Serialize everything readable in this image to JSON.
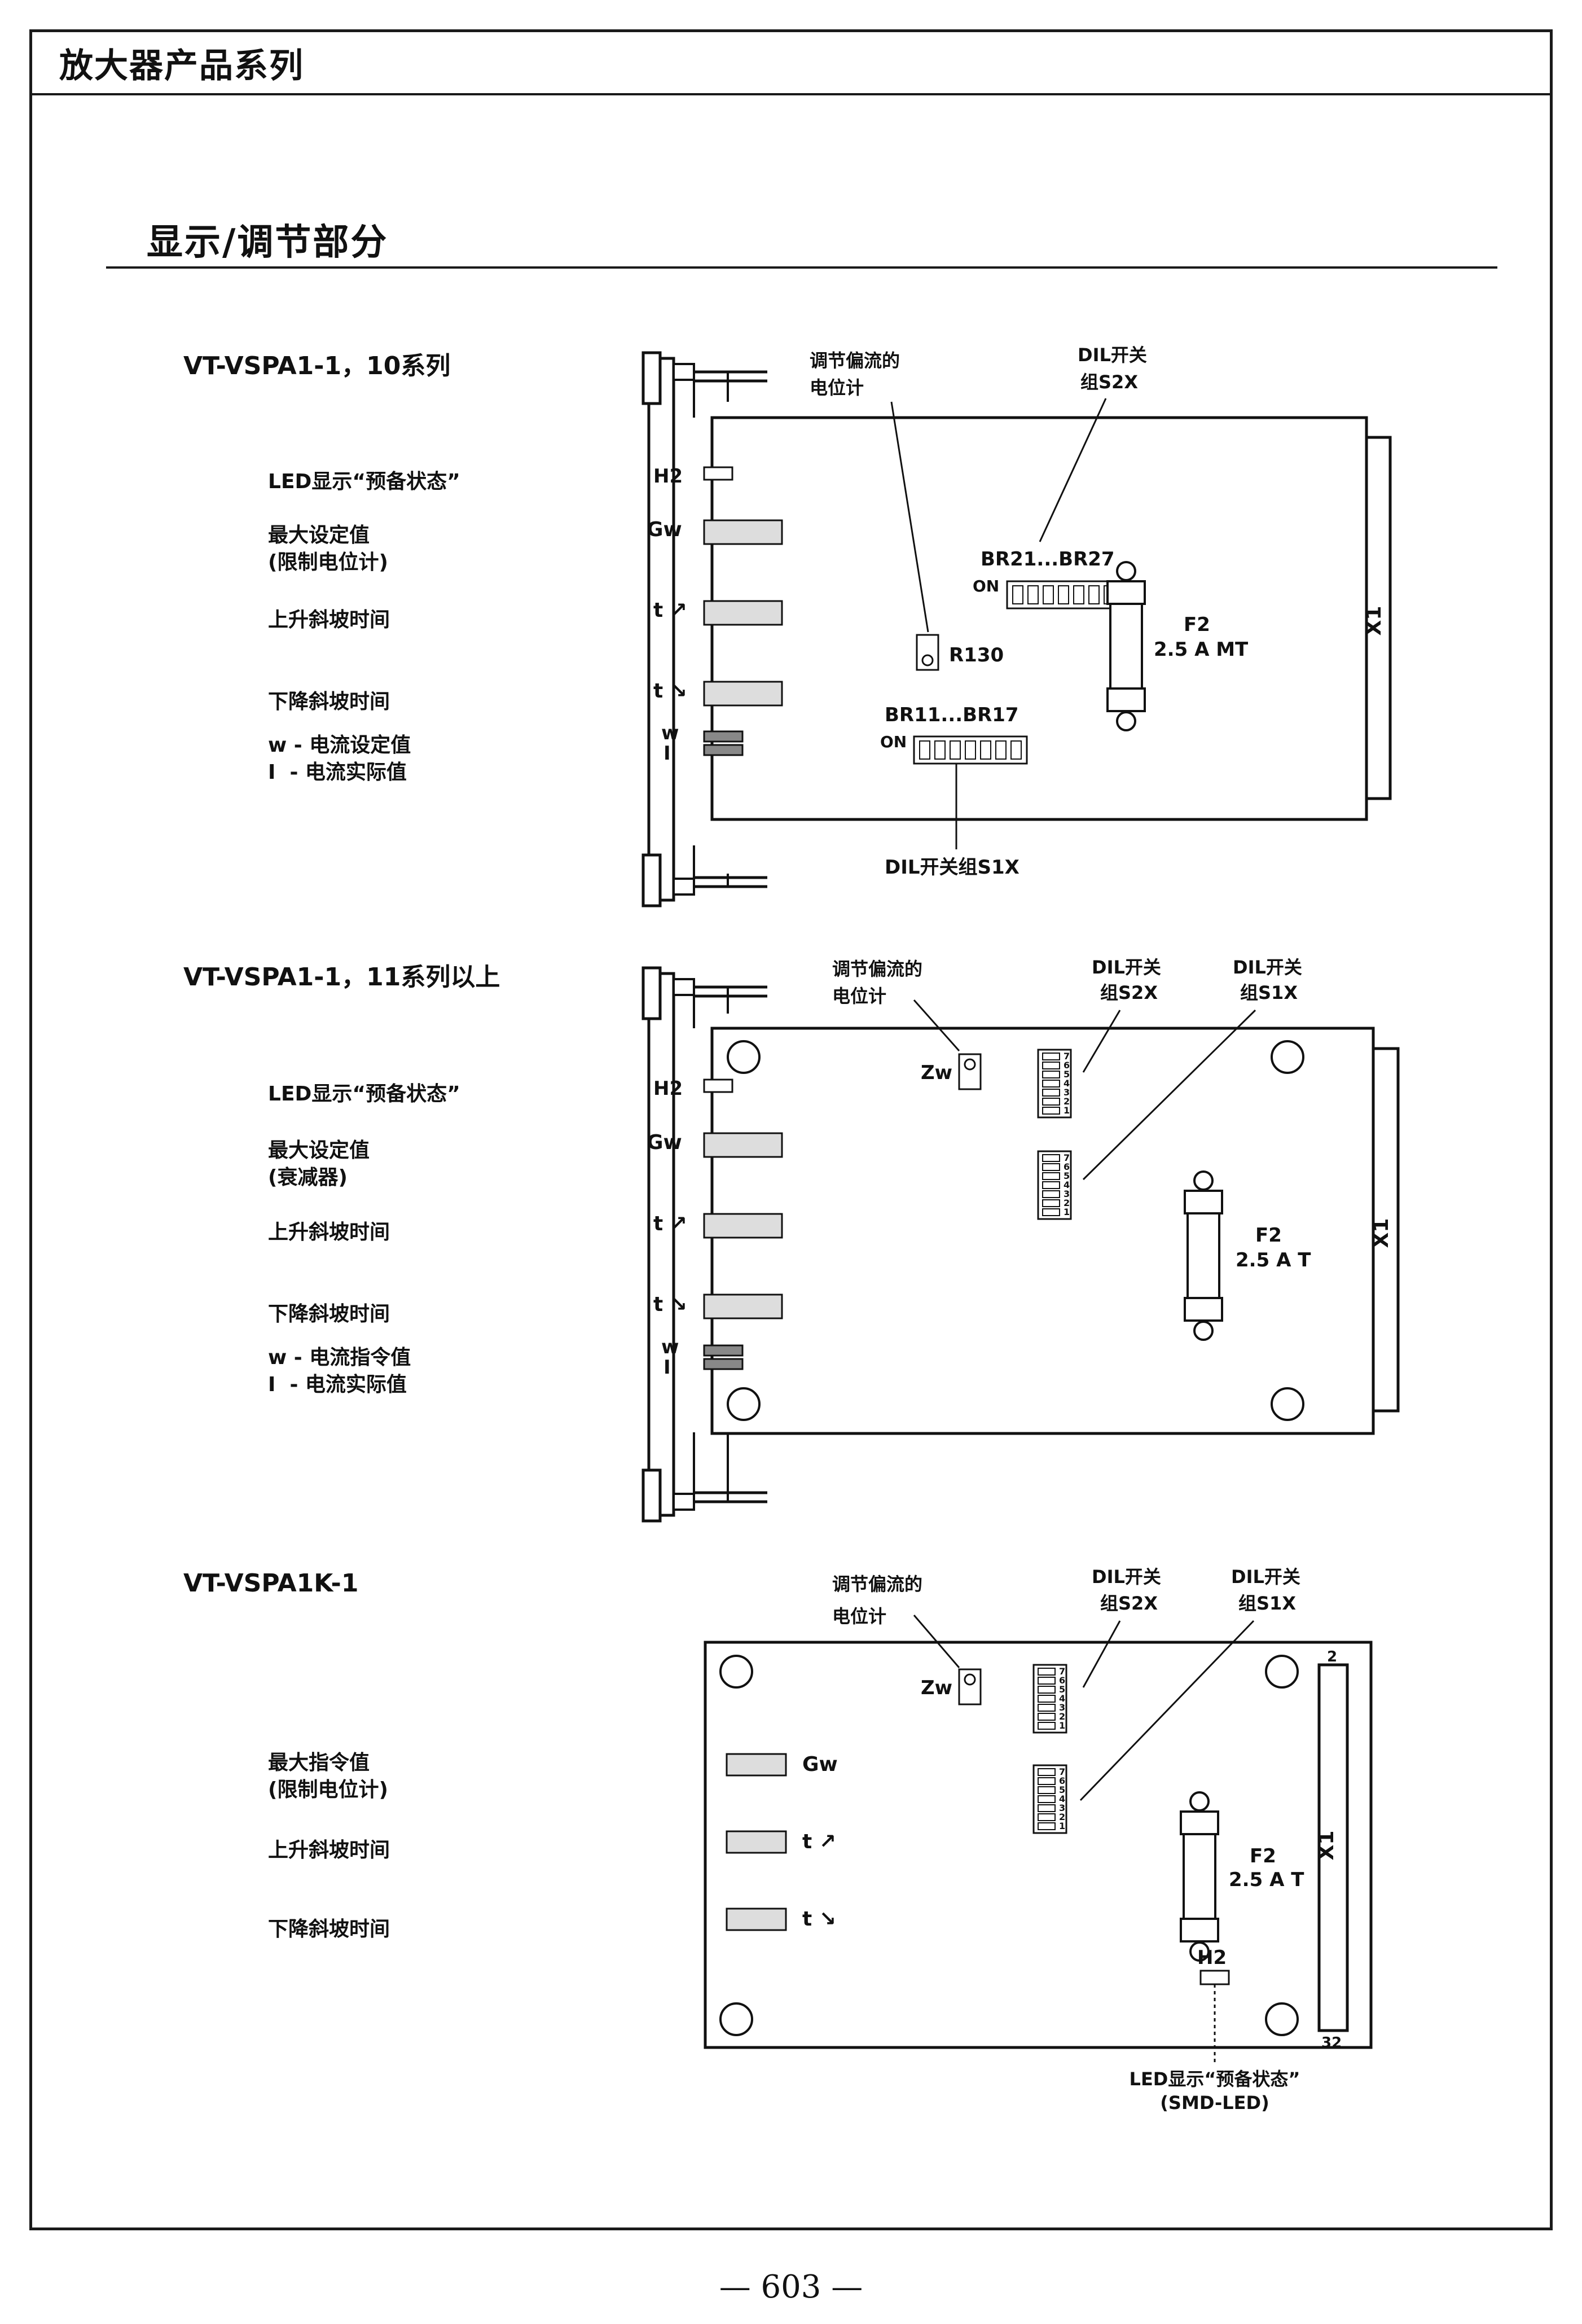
{
  "header": {
    "title": "放大器产品系列"
  },
  "section": {
    "title": "显示/调节部分"
  },
  "page": {
    "number": "— 603 —"
  },
  "variants": [
    {
      "title": "VT-VSPA1-1，10系列",
      "labels": {
        "led": "LED显示“预备状态”",
        "max": "最大设定值\n(限制电位计)",
        "up": "上升斜坡时间",
        "down": "下降斜坡时间",
        "wi": "w - 电流设定值\nI  - 电流实际值"
      },
      "board": {
        "h2": "H2",
        "gw": "Gw",
        "t_up": "t ↗",
        "t_down": "t ↘",
        "w": "w",
        "i": "I",
        "pot_label_1": "调节偏流的",
        "pot_label_2": "电位计",
        "dil_s2x_1": "DIL开关",
        "dil_s2x_2": "组S2X",
        "br2": "BR21...BR27",
        "on": "ON",
        "r130": "R130",
        "br1": "BR11...BR17",
        "dil_s1x": "DIL开关组S1X",
        "f2": "F2",
        "fuse": "2.5 A MT",
        "x1": "X1"
      }
    },
    {
      "title": "VT-VSPA1-1，11系列以上",
      "labels": {
        "led": "LED显示“预备状态”",
        "max": "最大设定值\n(衰减器)",
        "up": "上升斜坡时间",
        "down": "下降斜坡时间",
        "wi": "w - 电流指令值\nI  - 电流实际值"
      },
      "board": {
        "h2": "H2",
        "gw": "Gw",
        "t_up": "t ↗",
        "t_down": "t ↘",
        "w": "w",
        "i": "I",
        "pot_label_1": "调节偏流的",
        "pot_label_2": "电位计",
        "zw": "Zw",
        "dil_s2x_1": "DIL开关",
        "dil_s2x_2": "组S2X",
        "dil_s1x_1": "DIL开关",
        "dil_s1x_2": "组S1X",
        "f2": "F2",
        "fuse": "2.5 A T",
        "x1": "X1"
      }
    },
    {
      "title": "VT-VSPA1K-1",
      "labels": {
        "max": "最大指令值\n(限制电位计)",
        "up": "上升斜坡时间",
        "down": "下降斜坡时间"
      },
      "board": {
        "gw": "Gw",
        "t_up": "t ↗",
        "t_down": "t ↘",
        "pot_label_1": "调节偏流的",
        "pot_label_2": "电位计",
        "zw": "Zw",
        "dil_s2x_1": "DIL开关",
        "dil_s2x_2": "组S2X",
        "dil_s1x_1": "DIL开关",
        "dil_s1x_2": "组S1X",
        "f2": "F2",
        "fuse": "2.5 A T",
        "x1": "X1",
        "pin_top": "2",
        "pin_bottom": "32",
        "h2": "H2",
        "led_1": "LED显示“预备状态”",
        "led_2": "(SMD-LED)"
      }
    }
  ],
  "dip_numbers": [
    "7",
    "6",
    "5",
    "4",
    "3",
    "2",
    "1"
  ]
}
